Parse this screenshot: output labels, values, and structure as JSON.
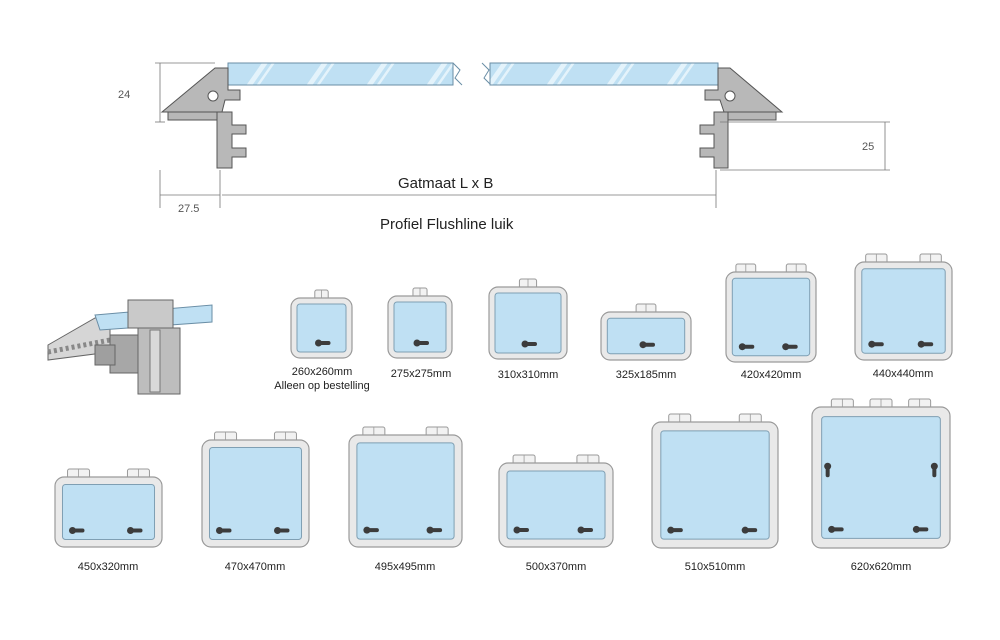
{
  "profile": {
    "dim_height_left": "24",
    "dim_height_right": "25",
    "dim_width_left": "27.5",
    "gatmaat_label": "Gatmaat L x B",
    "caption": "Profiel Flushline luik"
  },
  "colors": {
    "glass": "#bfe0f3",
    "glass_stripe": "#e8f5fc",
    "frame": "#e9e9e9",
    "frame_edge": "#9a9a9a",
    "profile_metal": "#b8b8b8",
    "handle": "#3c3c3c"
  },
  "hatches": [
    {
      "label": "260x260mm",
      "note": "Alleen op bestelling",
      "hinges": 1,
      "handles": 1
    },
    {
      "label": "275x275mm",
      "hinges": 1,
      "handles": 1
    },
    {
      "label": "310x310mm",
      "hinges": 1,
      "handles": 1
    },
    {
      "label": "325x185mm",
      "hinges": 1,
      "handles": 1
    },
    {
      "label": "420x420mm",
      "hinges": 2,
      "handles": 2
    },
    {
      "label": "440x440mm",
      "hinges": 2,
      "handles": 2
    },
    {
      "label": "450x320mm",
      "hinges": 2,
      "handles": 2
    },
    {
      "label": "470x470mm",
      "hinges": 2,
      "handles": 2
    },
    {
      "label": "495x495mm",
      "hinges": 2,
      "handles": 2
    },
    {
      "label": "500x370mm",
      "hinges": 2,
      "handles": 2
    },
    {
      "label": "510x510mm",
      "hinges": 2,
      "handles": 2
    },
    {
      "label": "620x620mm",
      "hinges": 3,
      "handles": 4
    }
  ]
}
